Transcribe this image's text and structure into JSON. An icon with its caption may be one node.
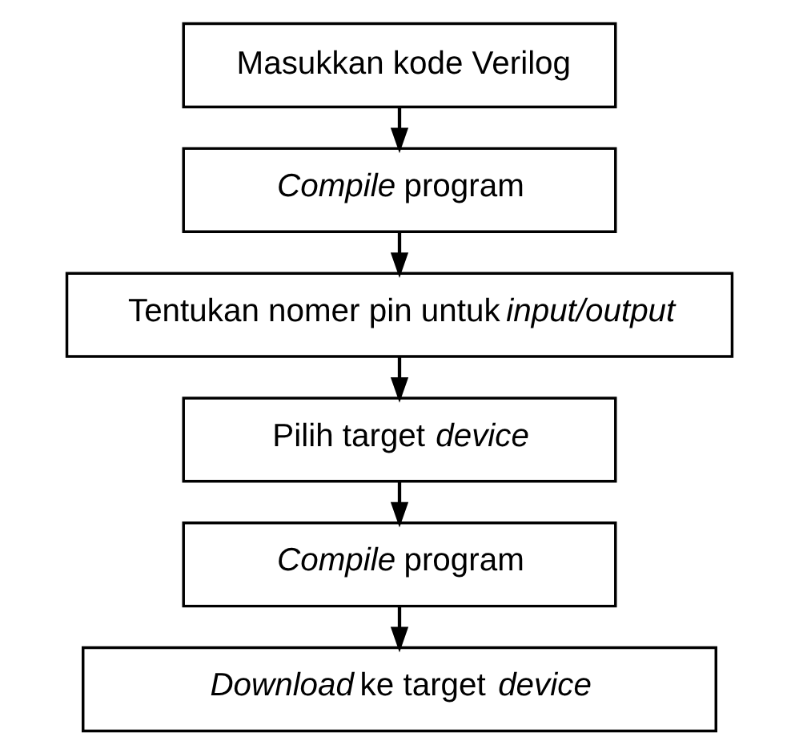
{
  "diagram": {
    "nodes": [
      {
        "text": [
          "Masukkan kode Verilog"
        ]
      },
      {
        "text": [
          "*Compile* program"
        ]
      },
      {
        "text": [
          "Tentukan nomer pin untuk *input/output*"
        ]
      },
      {
        "text": [
          "Pilih target *device*"
        ]
      },
      {
        "text": [
          "*Compile* program"
        ]
      },
      {
        "text": [
          "*Download* ke target *device*"
        ]
      }
    ],
    "edges": [
      {
        "from": 0,
        "to": 1,
        "arrow": "to"
      },
      {
        "from": 1,
        "to": 2,
        "arrow": "to"
      },
      {
        "from": 2,
        "to": 3,
        "arrow": "to"
      },
      {
        "from": 3,
        "to": 4,
        "arrow": "to"
      },
      {
        "from": 4,
        "to": 5,
        "arrow": "to"
      }
    ]
  }
}
